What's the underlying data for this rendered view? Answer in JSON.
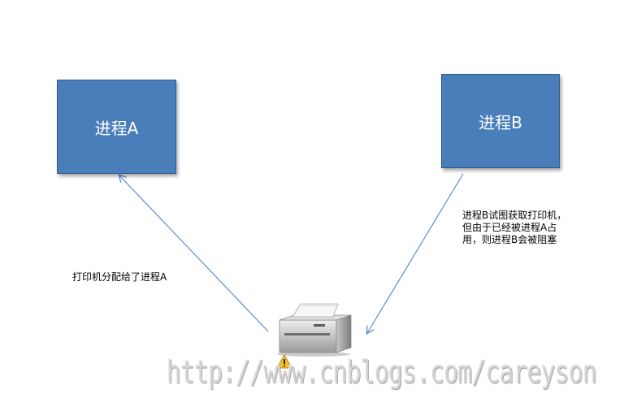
{
  "process_a": {
    "label": "进程A"
  },
  "process_b": {
    "label": "进程B"
  },
  "annotation_a": {
    "text": "打印机分配给了进程A"
  },
  "annotation_b": {
    "text": "进程B试图获取打印机，\n但由于已经被进程A占\n用，则进程B会被阻塞"
  },
  "printer": {
    "icon": "printer-icon",
    "status_icon": "warning-icon"
  },
  "watermark": {
    "text": "http://www.cnblogs.com/careyson"
  },
  "colors": {
    "box_fill": "#4a7ebb",
    "box_border": "#2f5a8c",
    "arrow": "#5b8bd1"
  }
}
